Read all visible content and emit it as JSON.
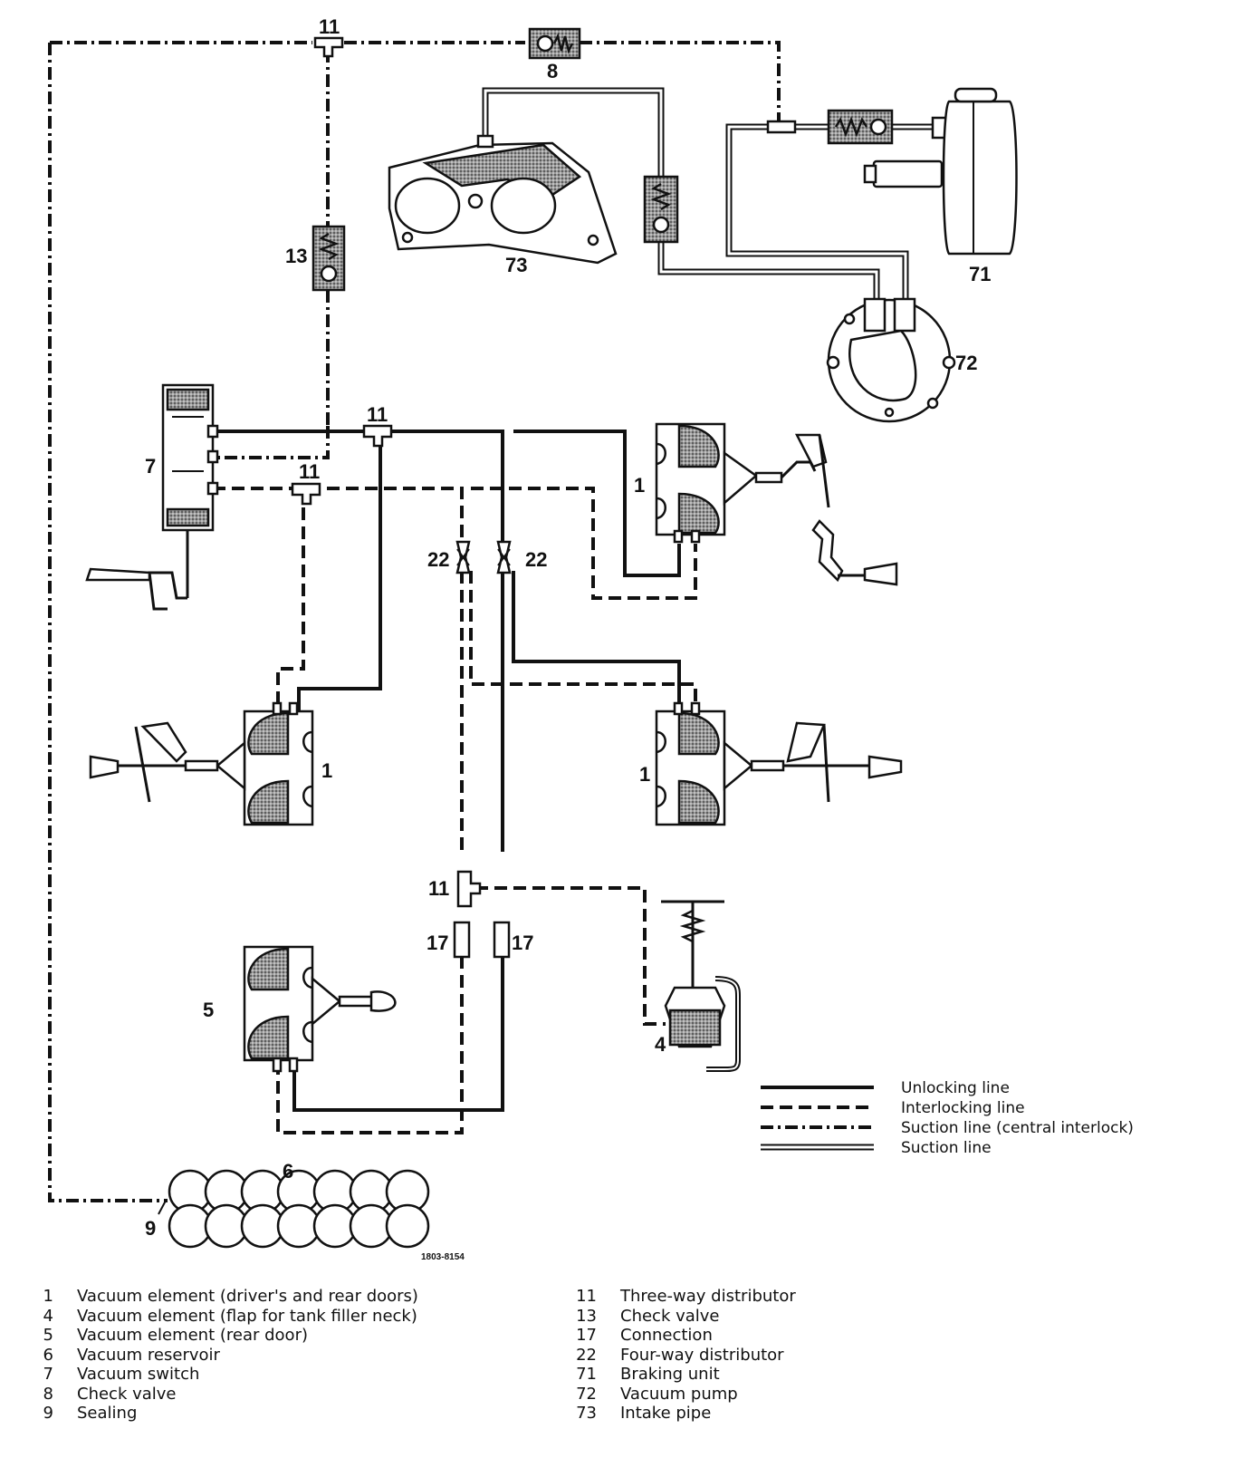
{
  "diagram": {
    "drawing_number": "1803-8154",
    "callouts": {
      "c11_top": "11",
      "c8": "8",
      "c13": "13",
      "c73": "73",
      "c71": "71",
      "c72": "72",
      "c7": "7",
      "c11_mid": "11",
      "c11_low": "11",
      "c1_top_right": "1",
      "c22_left": "22",
      "c22_right": "22",
      "c1_left": "1",
      "c1_right": "1",
      "c11_bottom": "11",
      "c17_left": "17",
      "c17_right": "17",
      "c5": "5",
      "c4": "4",
      "c6": "6",
      "c9": "9"
    },
    "line_legend": [
      {
        "style": "solid",
        "label": "Unlocking line"
      },
      {
        "style": "dashed",
        "label": "Interlocking line"
      },
      {
        "style": "dash-dot",
        "label": "Suction line (central interlock)"
      },
      {
        "style": "double",
        "label": "Suction line"
      }
    ]
  },
  "key": {
    "left": [
      {
        "num": "1",
        "text": "Vacuum element (driver's and rear doors)"
      },
      {
        "num": "4",
        "text": "Vacuum element (flap for tank filler neck)"
      },
      {
        "num": "5",
        "text": "Vacuum element (rear door)"
      },
      {
        "num": "6",
        "text": "Vacuum reservoir"
      },
      {
        "num": "7",
        "text": "Vacuum switch"
      },
      {
        "num": "8",
        "text": "Check valve"
      },
      {
        "num": "9",
        "text": "Sealing"
      }
    ],
    "right": [
      {
        "num": "11",
        "text": "Three-way distributor"
      },
      {
        "num": "13",
        "text": "Check valve"
      },
      {
        "num": "17",
        "text": "Connection"
      },
      {
        "num": "22",
        "text": "Four-way distributor"
      },
      {
        "num": "71",
        "text": "Braking unit"
      },
      {
        "num": "72",
        "text": "Vacuum pump"
      },
      {
        "num": "73",
        "text": "Intake pipe"
      }
    ]
  }
}
